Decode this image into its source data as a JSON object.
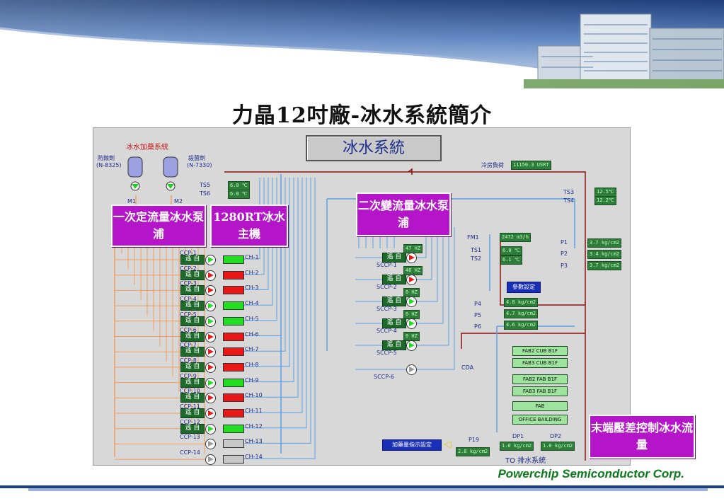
{
  "slide": {
    "title": "力晶12吋廠-冰水系統簡介",
    "company": "Powerchip Semiconductor Corp."
  },
  "scada": {
    "title": "冰水系統",
    "dosing_title": "冰水加藥系統",
    "anticorrosive": "防蝕劑",
    "anticorrosive_code": "(N-8325)",
    "biocide": "殺菌劑",
    "biocide_code": "(N-7330)",
    "m1": "M1",
    "m2": "M2",
    "cooling_capacity_label": "冷房負荷",
    "cooling_capacity_value": "11150.3 USRT",
    "ts5": "TS5",
    "ts5_value": "6.0  ℃",
    "ts6": "TS6",
    "ts6_value": "6.0  ℃",
    "ts3": "TS3",
    "ts3_value": "12.5℃",
    "ts4": "TS4",
    "ts4_value": "12.2℃",
    "fm1": "FM1",
    "fm1_value": "2472 m3/h",
    "ts1": "TS1",
    "ts1_value": "6.0  ℃",
    "ts2": "TS2",
    "ts2_value": "6.1  ℃",
    "p1": "P1",
    "p1_value": "3.7  kg/cm2",
    "p2": "P2",
    "p2_value": "3.4  kg/cm2",
    "p3": "P3",
    "p3_value": "3.7  kg/cm2",
    "param_button": "參數設定",
    "p4": "P4",
    "p4_value": "4.8  kg/cm2",
    "p5": "P5",
    "p5_value": "4.7  kg/cm2",
    "p6": "P6",
    "p6_value": "4.6  kg/cm2",
    "cda": "CDA",
    "p19": "P19",
    "p19_value": "2.8  kg/cm2",
    "dp1": "DP1",
    "dp1_value": "1.0  kg/cm2",
    "dp2": "DP2",
    "dp2_value": "1.0  kg/cm2",
    "drain": "TO 排水系統",
    "dosing_button": "加藥量指示設定",
    "auto": "遙 自",
    "fabs": [
      "FAB2 CUB B1F",
      "FAB3 CUB B1F",
      "FAB2 FAB B1F",
      "FAB3 FAB B1F",
      "FAB",
      "OFFICE BAILDING"
    ],
    "ccp": [
      {
        "pump": "CCP-1",
        "ch": "CH-1",
        "status": "on"
      },
      {
        "pump": "CCP-2",
        "ch": "CH-2",
        "status": "off"
      },
      {
        "pump": "CCP-3",
        "ch": "CH-3",
        "status": "off"
      },
      {
        "pump": "CCP-4",
        "ch": "CH-4",
        "status": "on"
      },
      {
        "pump": "CCP-5",
        "ch": "CH-5",
        "status": "on"
      },
      {
        "pump": "CCP-6",
        "ch": "CH-6",
        "status": "off"
      },
      {
        "pump": "CCP-7",
        "ch": "CH-7",
        "status": "off"
      },
      {
        "pump": "CCP-8",
        "ch": "CH-8",
        "status": "off"
      },
      {
        "pump": "CCP-9",
        "ch": "CH-9",
        "status": "on"
      },
      {
        "pump": "CCP-10",
        "ch": "CH-10",
        "status": "off"
      },
      {
        "pump": "CCP-11",
        "ch": "CH-11",
        "status": "off"
      },
      {
        "pump": "CCP-12",
        "ch": "CH-12",
        "status": "on"
      },
      {
        "pump": "CCP-13",
        "ch": "CH-13",
        "status": "standby"
      },
      {
        "pump": "CCP-14",
        "ch": "CH-14",
        "status": "standby"
      }
    ],
    "sccp": [
      {
        "pump": "SCCP-1",
        "freq": "47  HZ",
        "status": "off"
      },
      {
        "pump": "SCCP-2",
        "freq": "46  HZ",
        "status": "off"
      },
      {
        "pump": "SCCP-3",
        "freq": "0    HZ",
        "status": "on"
      },
      {
        "pump": "SCCP-4",
        "freq": "0    HZ",
        "status": "on"
      },
      {
        "pump": "SCCP-5",
        "freq": "0    HZ",
        "status": "on"
      },
      {
        "pump": "SCCP-6",
        "freq": "",
        "status": "standby"
      }
    ]
  },
  "callouts": {
    "primary_pump": "一次定流量冰水泵浦",
    "chiller": "1280RT冰水主機",
    "secondary_pump": "二次變流量冰水泵浦",
    "end_pressure": "末端壓差控制冰水流量"
  },
  "colors": {
    "on": "#22dd22",
    "off": "#e81818",
    "standby": "#c8c8c8",
    "pipe_blue": "#5aa0e6",
    "pipe_orange": "#f0a060",
    "pipe_red": "#8a1010"
  }
}
